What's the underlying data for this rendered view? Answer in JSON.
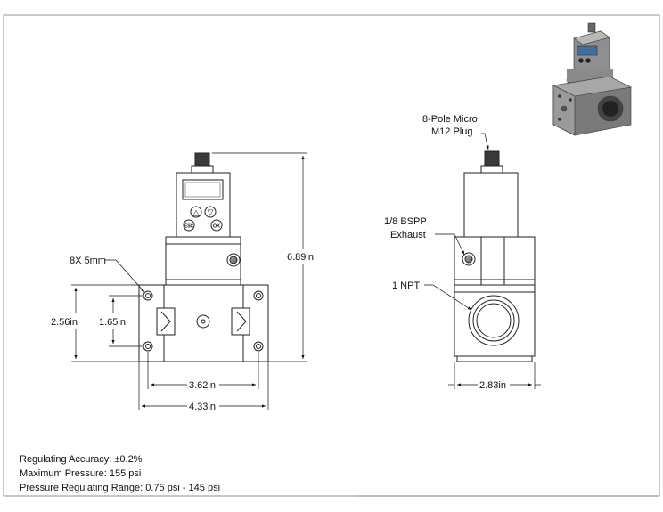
{
  "dimensions": {
    "holes": "8X 5mm",
    "height_total": "6.89in",
    "height_body": "2.56in",
    "hole_spacing_v": "1.65in",
    "hole_spacing_h": "3.62in",
    "width_total": "4.33in",
    "depth": "2.83in"
  },
  "callouts": {
    "plug_line1": "8-Pole Micro",
    "plug_line2": "M12 Plug",
    "exhaust_line1": "1/8 BSPP",
    "exhaust_line2": "Exhaust",
    "port": "1 NPT"
  },
  "display_buttons": {
    "up": "△",
    "down": "▽",
    "esc": "ESC",
    "ok": "OK"
  },
  "specs": [
    "Regulating Accuracy: ±0.2%",
    "Maximum Pressure: 155 psi",
    "Pressure Regulating Range: 0.75 psi - 145 psi"
  ]
}
